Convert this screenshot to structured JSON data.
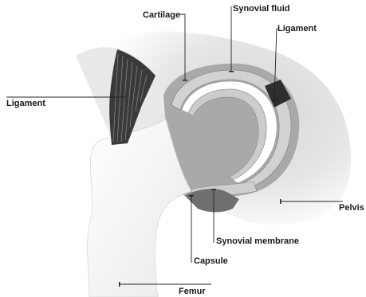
{
  "labels": {
    "cartilage": "Cartilage",
    "synovial_fluid": "Synovial fluid",
    "ligament_top": "Ligament",
    "ligament_left": "Ligament",
    "pelvis": "Pelvis",
    "synovial_membrane": "Synovial membrane",
    "capsule": "Capsule",
    "femur": "Femur"
  },
  "colors": {
    "background": "#ffffff",
    "pelvis_fill": "#e4e4e4",
    "capsule_fill": "#a9a9a9",
    "cartilage_fill": "#cfcfcf",
    "ligament_fill": "#333333",
    "bone_fill": "#f2f2f2",
    "line": "#222222"
  }
}
